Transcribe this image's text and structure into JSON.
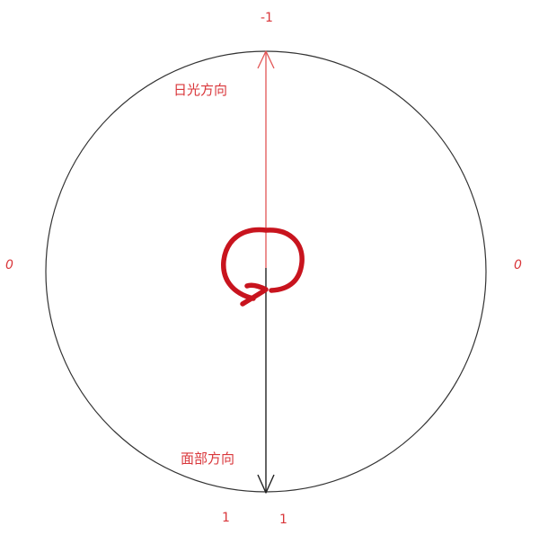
{
  "labels": {
    "top": "-1",
    "left": "0",
    "right": "0",
    "bottom_left": "1",
    "bottom_right": "1",
    "sunlight_direction": "日光方向",
    "face_direction": "面部方向"
  },
  "colors": {
    "accent": "#d9363a",
    "circle_stroke": "#333333",
    "face_arrow": "#222222",
    "sun_arrow": "#e25555",
    "rotation_mark": "#c8141e"
  }
}
